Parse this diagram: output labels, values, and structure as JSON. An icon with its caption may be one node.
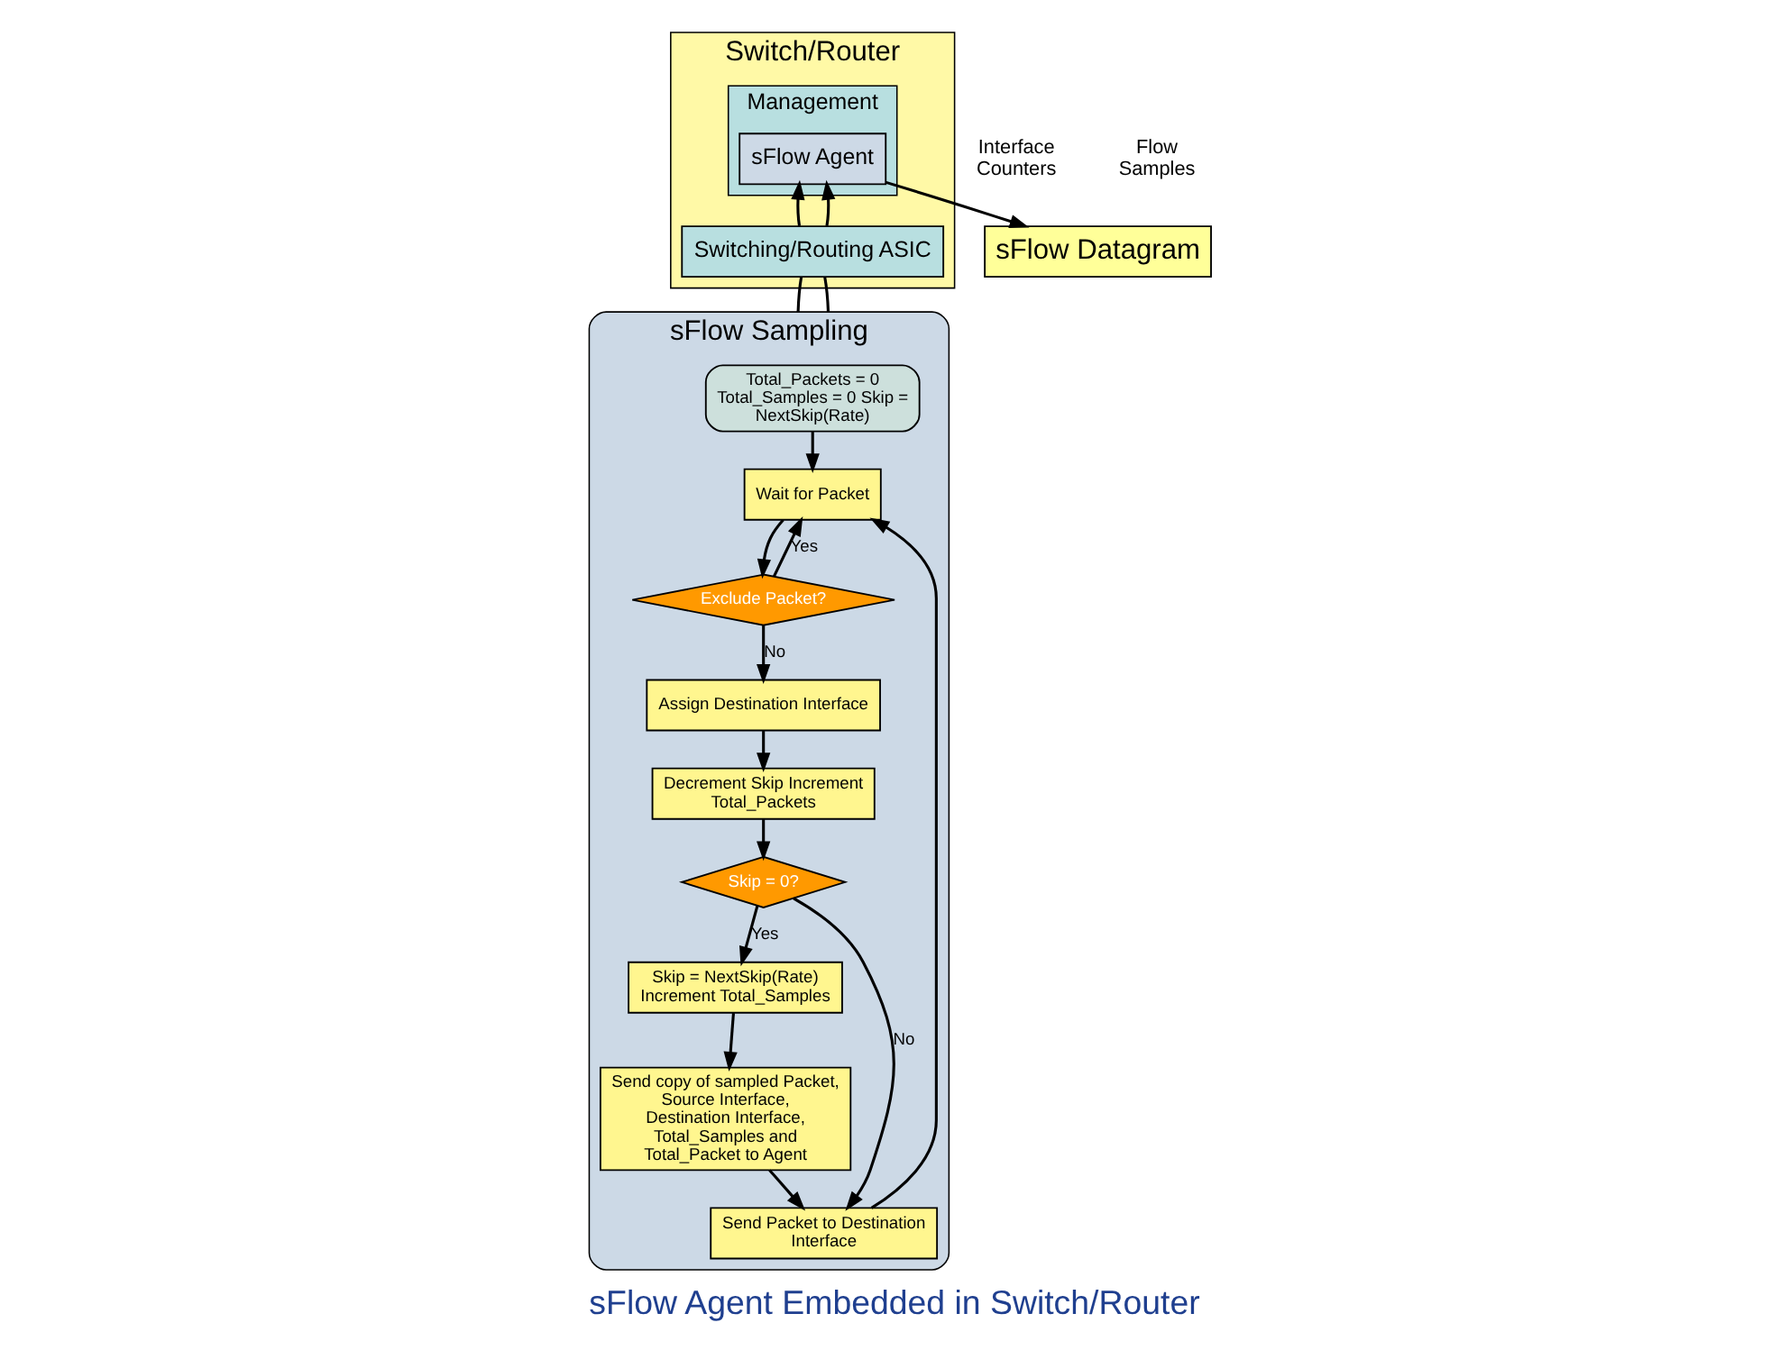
{
  "diagram": {
    "title": "sFlow Agent Embedded in Switch/Router",
    "nodes": [
      {
        "text": [
          "sFlow Datagram"
        ]
      },
      {
        "text": [
          "Switch/Router"
        ]
      },
      {
        "text": [
          "Management"
        ],
        "in": 1
      },
      {
        "text": [
          "sFlow Agent"
        ],
        "in": 2
      },
      {
        "text": [
          "Switching/Routing ASIC"
        ],
        "in": 1
      },
      {
        "text": [
          "sFlow Sampling"
        ]
      },
      {
        "text": [
          "Total_Packets = 0 Total_Samples = 0 Skip = NextSkip(Rate)"
        ],
        "in": 5
      },
      {
        "text": [
          "Wait for Packet"
        ],
        "in": 5
      },
      {
        "text": [
          "Exclude Packet?"
        ],
        "in": 5
      },
      {
        "text": [
          "Assign Destination Interface"
        ],
        "in": 5
      },
      {
        "text": [
          "Decrement Skip Increment Total_Packets"
        ],
        "in": 5
      },
      {
        "text": [
          "Skip = 0?"
        ],
        "in": 5
      },
      {
        "text": [
          "Skip = NextSkip(Rate) Increment Total_Samples"
        ],
        "in": 5
      },
      {
        "text": [
          "Send copy of sampled Packet, Source Interface, Destination Interface, Total_Samples and Total_Packet to Agent"
        ],
        "in": 5
      },
      {
        "text": [
          "Send Packet to Destination Interface"
        ],
        "in": 5
      }
    ],
    "edges": [
      {
        "from": 3,
        "to": 0,
        "arrow": "to"
      },
      {
        "from": 4,
        "to": 3,
        "arrow": "to"
      },
      {
        "from": 4,
        "to": 3,
        "arrow": "to"
      },
      {
        "from": 4,
        "to": 5,
        "arrow": "none"
      },
      {
        "from": 4,
        "to": 5,
        "arrow": "none"
      },
      {
        "from": 6,
        "to": 7,
        "arrow": "to"
      },
      {
        "from": 7,
        "to": 8,
        "arrow": "to"
      },
      {
        "from": 8,
        "to": 7,
        "label": "Yes",
        "arrow": "to"
      },
      {
        "from": 8,
        "to": 9,
        "label": "No",
        "arrow": "to"
      },
      {
        "from": 9,
        "to": 10,
        "arrow": "to"
      },
      {
        "from": 10,
        "to": 11,
        "arrow": "to"
      },
      {
        "from": 11,
        "to": 12,
        "label": "Yes",
        "arrow": "to"
      },
      {
        "from": 11,
        "to": 14,
        "label": "No",
        "arrow": "to"
      },
      {
        "from": 12,
        "to": 13,
        "arrow": "to"
      },
      {
        "from": 13,
        "to": 14,
        "arrow": "to"
      },
      {
        "from": 14,
        "to": 7,
        "arrow": "to"
      }
    ],
    "labels": [
      "Interface Counters",
      "Flow Samples"
    ]
  }
}
